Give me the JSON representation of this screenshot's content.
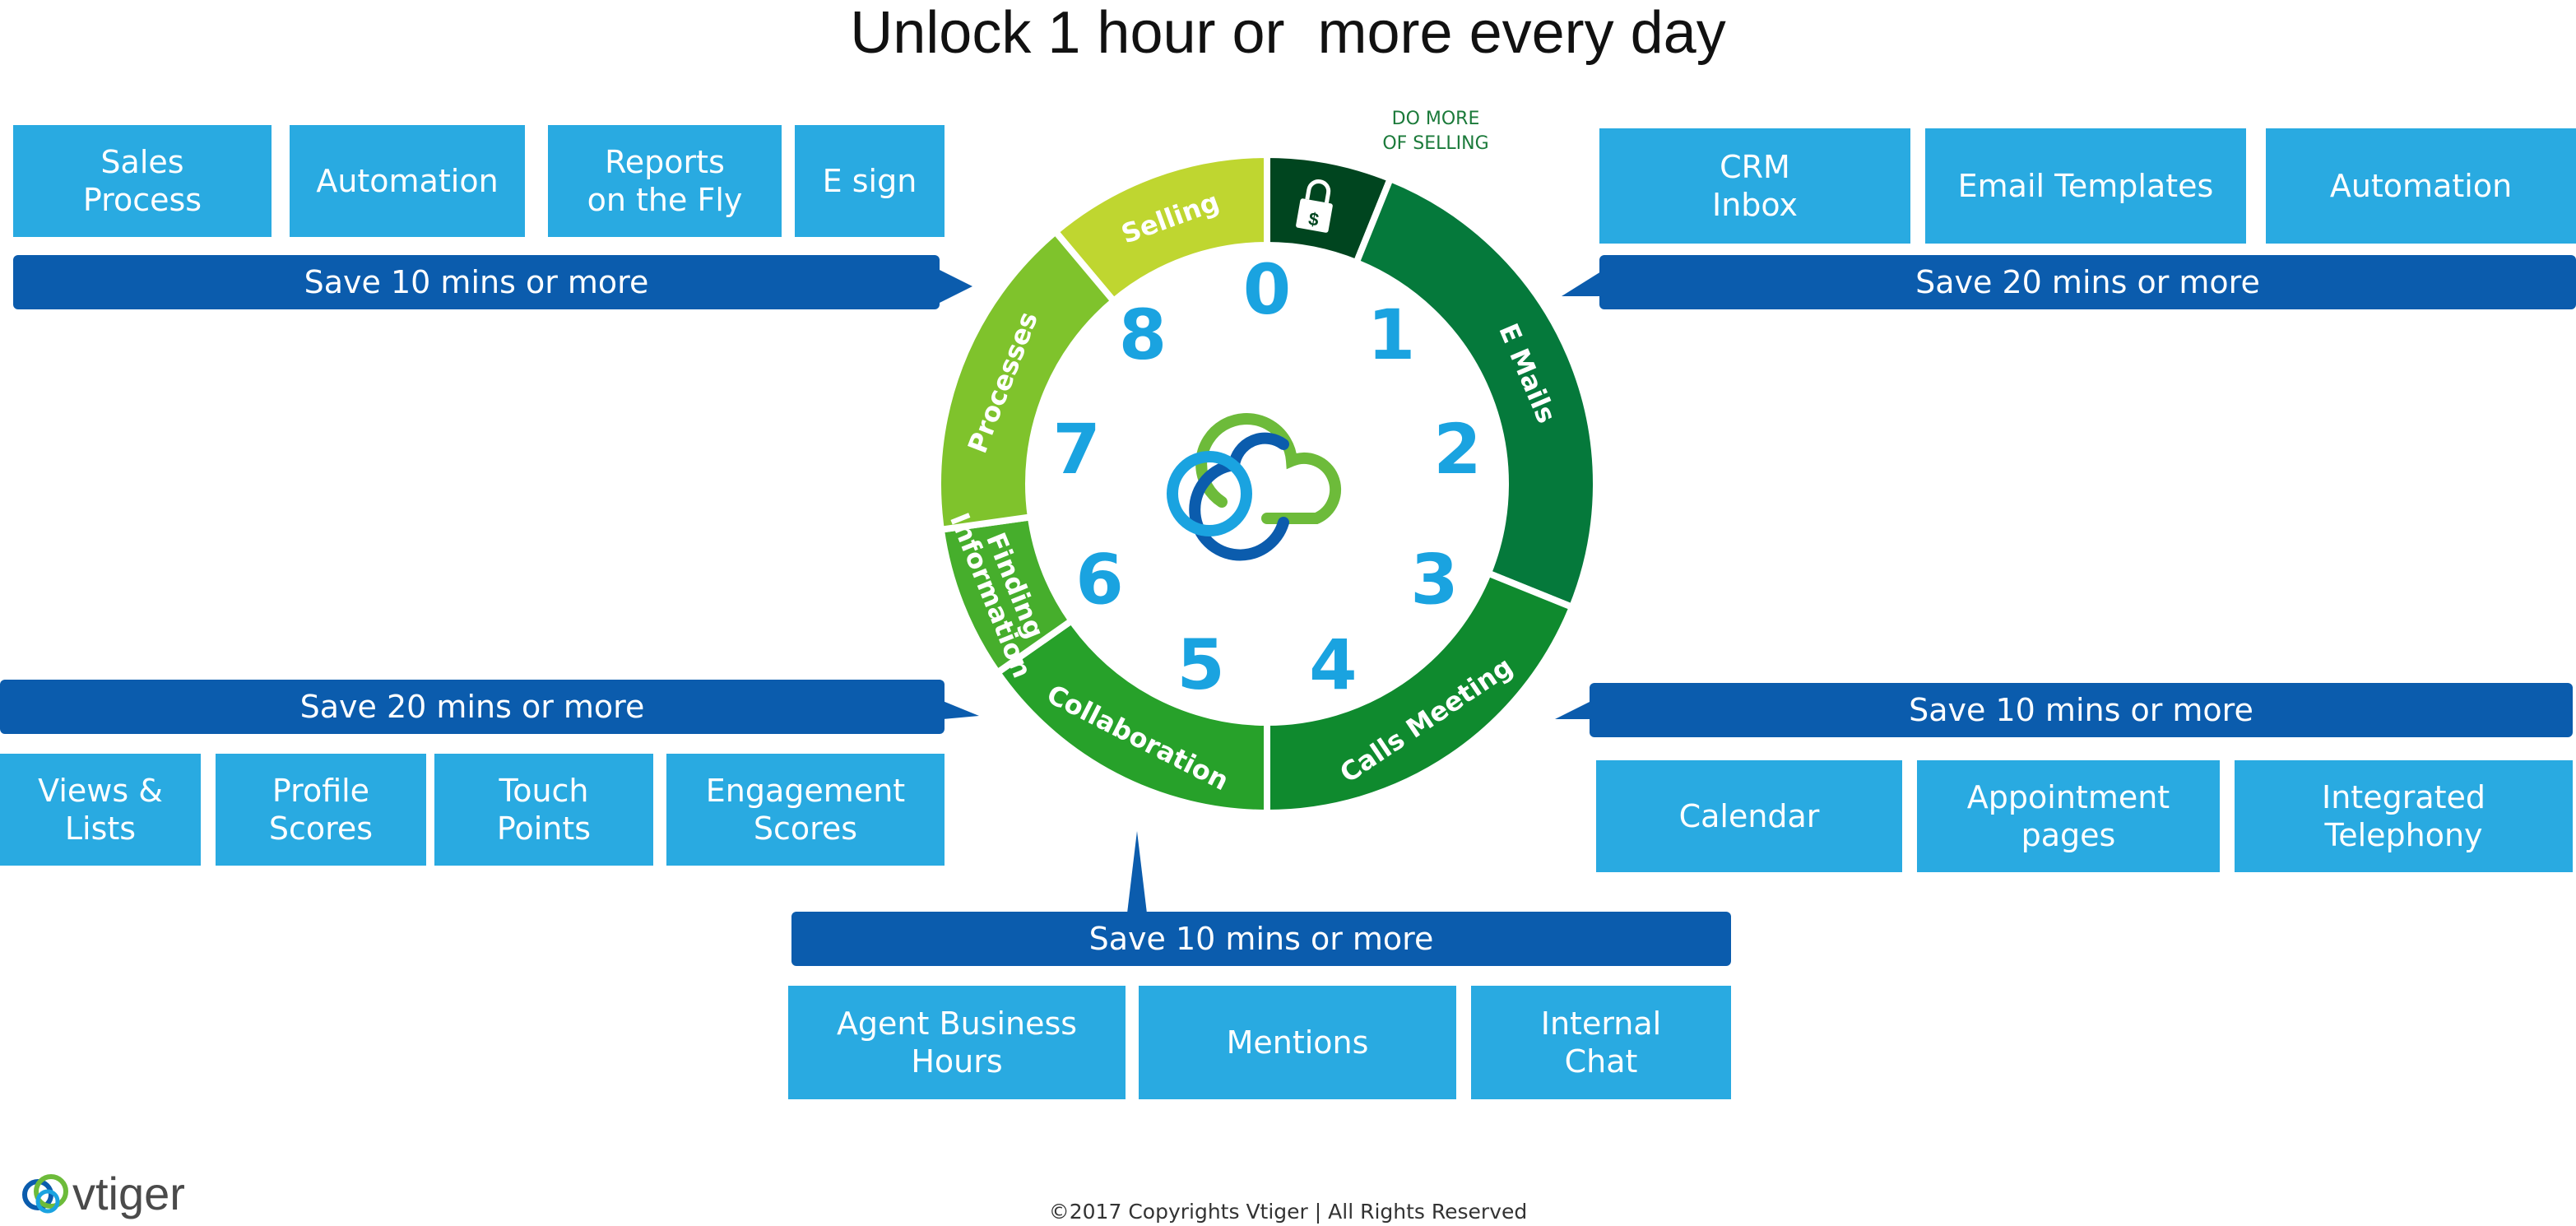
{
  "title": "Unlock 1 hour or  more every day",
  "hub_label": "DO MORE\nOF SELLING",
  "wheel": {
    "segments": [
      {
        "label": "Selling",
        "color": "#bfd630"
      },
      {
        "label": "E Mails",
        "color": "#05793b"
      },
      {
        "label": "Calls Meeting",
        "color": "#0f8a2e"
      },
      {
        "label": "Collaboration",
        "color": "#27a12a"
      },
      {
        "label": "Finding\nInformation",
        "color": "#46ae2c"
      },
      {
        "label": "Processes",
        "color": "#7fc32c"
      }
    ],
    "hours": [
      "0",
      "1",
      "2",
      "3",
      "4",
      "5",
      "6",
      "7",
      "8"
    ],
    "lock_icon": "lock-dollar-icon",
    "center_icon": "vtiger-cloud-icon"
  },
  "groups": {
    "top_left": {
      "bar": "Save 10 mins or more",
      "tiles": [
        "Sales\nProcess",
        "Automation",
        "Reports\non the Fly",
        "E sign"
      ]
    },
    "top_right": {
      "bar": "Save 20 mins or more",
      "tiles": [
        "CRM\nInbox",
        "Email Templates",
        "Automation"
      ]
    },
    "mid_left": {
      "bar": "Save 20 mins or more",
      "tiles": [
        "Views &\nLists",
        "Profile\nScores",
        "Touch\nPoints",
        "Engagement\nScores"
      ]
    },
    "mid_right": {
      "bar": "Save 10 mins or more",
      "tiles": [
        "Calendar",
        "Appointment\npages",
        "Integrated\nTelephony"
      ]
    },
    "bottom": {
      "bar": "Save 10 mins or more",
      "tiles": [
        "Agent Business\nHours",
        "Mentions",
        "Internal\nChat"
      ]
    }
  },
  "footer": {
    "copyright": "©2017 Copyrights Vtiger | All Rights Reserved",
    "brand": "vtiger"
  },
  "colors": {
    "tile": "#29aae1",
    "bar": "#0b5cad",
    "hour": "#1aa3e0"
  }
}
